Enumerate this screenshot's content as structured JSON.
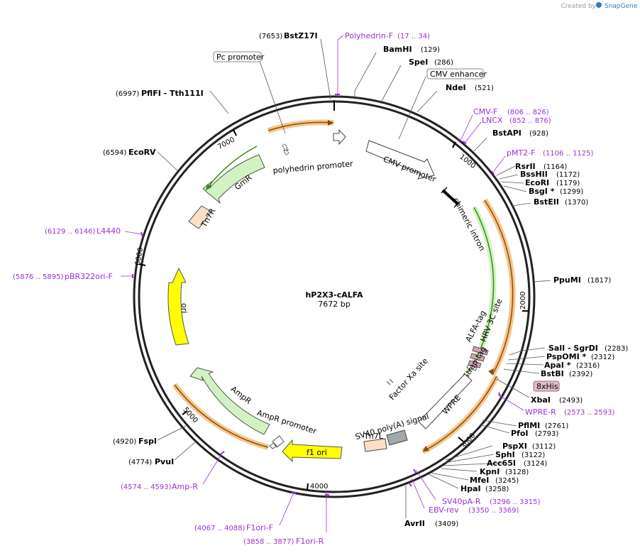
{
  "credit": {
    "prefix": "Created by",
    "brand": "SnapGene"
  },
  "plasmid": {
    "name": "hP2X3-cALFA",
    "size": "7672 bp"
  },
  "ticks": [
    "1000",
    "2000",
    "3000",
    "4000",
    "5000",
    "6000",
    "7000"
  ],
  "sites": [
    {
      "name": "BstZ17I",
      "pos": "(7653)"
    },
    {
      "name": "BamHI",
      "pos": "(129)"
    },
    {
      "name": "SpeI",
      "pos": "(286)"
    },
    {
      "name": "NdeI",
      "pos": "(521)"
    },
    {
      "name": "BstAPI",
      "pos": "(928)"
    },
    {
      "name": "RsrII",
      "pos": "(1164)"
    },
    {
      "name": "BssHII",
      "pos": "(1172)"
    },
    {
      "name": "EcoRI",
      "pos": "(1179)"
    },
    {
      "name": "BsgI *",
      "pos": "(1299)"
    },
    {
      "name": "BstEII",
      "pos": "(1370)"
    },
    {
      "name": "PpuMI",
      "pos": "(1817)"
    },
    {
      "name": "SalI  - SgrDI",
      "pos": "(2283)"
    },
    {
      "name": "PspOMI *",
      "pos": "(2312)"
    },
    {
      "name": "ApaI *",
      "pos": "(2316)"
    },
    {
      "name": "BstBI",
      "pos": "(2392)"
    },
    {
      "name": "XbaI",
      "pos": "(2493)"
    },
    {
      "name": "PflMI",
      "pos": "(2761)"
    },
    {
      "name": "PfoI",
      "pos": "(2793)"
    },
    {
      "name": "PspXI",
      "pos": "(3112)"
    },
    {
      "name": "SphI",
      "pos": "(3122)"
    },
    {
      "name": "Acc65I",
      "pos": "(3124)"
    },
    {
      "name": "KpnI",
      "pos": "(3128)"
    },
    {
      "name": "MfeI",
      "pos": "(3245)"
    },
    {
      "name": "HpaI",
      "pos": "(3258)"
    },
    {
      "name": "AvrII",
      "pos": "(3409)"
    },
    {
      "name": "PvuI",
      "pos": "(4774)"
    },
    {
      "name": "FspI",
      "pos": "(4920)"
    },
    {
      "name": "EcoRV",
      "pos": "(6594)"
    },
    {
      "name": "PflFI  - Tth111I",
      "pos": "(6997)"
    }
  ],
  "primers": [
    {
      "name": "Polyhedrin-F",
      "pos": "(17 .. 34)"
    },
    {
      "name": "CMV-F",
      "pos": "(806 .. 826)"
    },
    {
      "name": "LNCX",
      "pos": "(852 .. 876)"
    },
    {
      "name": "pMT2-F",
      "pos": "(1106 .. 1125)"
    },
    {
      "name": "WPRE-R",
      "pos": "(2573 .. 2593)"
    },
    {
      "name": "SV40pA-R",
      "pos": "(3296 .. 3315)"
    },
    {
      "name": "EBV-rev",
      "pos": "(3350 .. 3369)"
    },
    {
      "name": "F1ori-R",
      "pos": "(3858 .. 3877)"
    },
    {
      "name": "F1ori-F",
      "pos": "(4067 .. 4088)"
    },
    {
      "name": "Amp-R",
      "pos": "(4574 .. 4593)"
    },
    {
      "name": "pBR322ori-F",
      "pos": "(5876 .. 5895)"
    },
    {
      "name": "L4440",
      "pos": "(6129 .. 6146)"
    }
  ],
  "boxed_features": [
    "Pc promoter",
    "CMV enhancer",
    "8xHis"
  ],
  "features": {
    "polyhedrin_promoter": "polyhedrin promoter",
    "cmv_promoter": "CMV promoter",
    "chimeric_intron": "chimeric intron",
    "hrv_3c_site": "HRV 3C site",
    "alfa_tag": "ALFA-tag",
    "twin_strep_tag": "Twin-Strep-tag",
    "factor_xa_site": "Factor Xa site",
    "wpre": "WPRE",
    "sv40_polya": "SV40 poly(A) signal",
    "tn7l": "Tn7L",
    "f1_ori": "f1 ori",
    "ampr_promoter": "AmpR promoter",
    "ampr": "AmpR",
    "ori": "ori",
    "tn7r": "Tn7R",
    "gmr": "GmR"
  }
}
